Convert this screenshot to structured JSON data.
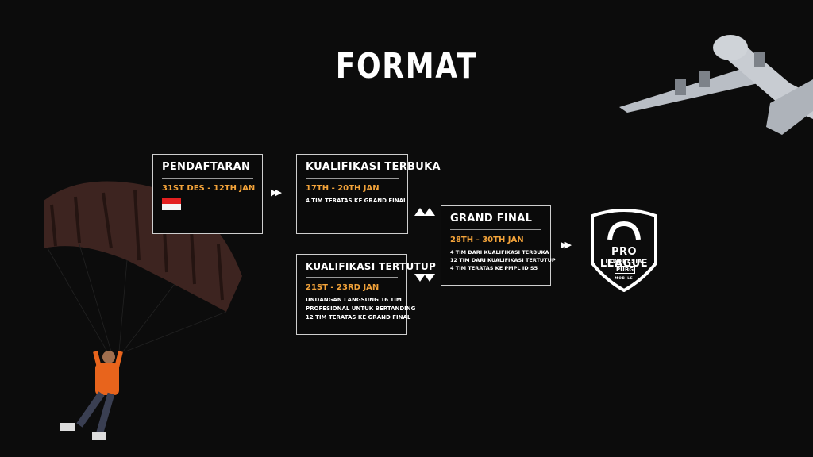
{
  "title": "FORMAT",
  "registration": {
    "heading": "PENDAFTARAN",
    "date": "31ST DES - 12TH JAN",
    "flag": "indonesia-flag"
  },
  "open_qualifier": {
    "heading": "KUALIFIKASI TERBUKA",
    "date": "17TH - 20TH JAN",
    "desc": [
      "4 TIM TERATAS KE GRAND FINAL"
    ]
  },
  "closed_qualifier": {
    "heading": "KUALIFIKASI TERTUTUP",
    "date": "21ST - 23RD JAN",
    "desc": [
      "UNDANGAN LANGSUNG 16 TIM",
      "PROFESIONAL UNTUK BERTANDING",
      "12 TIM TERATAS KE GRAND FINAL"
    ]
  },
  "grand_final": {
    "heading": "GRAND FINAL",
    "date": "28TH - 30TH JAN",
    "desc": [
      "4 TIM DARI KUALIFIKASI TERBUKA",
      "12 TIM DARI KUALIFIKASI TERTUTUP",
      "4 TIM TERATAS KE PMPL ID S5"
    ]
  },
  "logo": {
    "line1": "PRO LEAGUE",
    "line2": "INDONESIA",
    "line3": "PUBG",
    "line4": "MOBILE"
  },
  "arrow": "▶▶",
  "colors": {
    "accent": "#f3a33a",
    "background": "#0c0c0c"
  }
}
